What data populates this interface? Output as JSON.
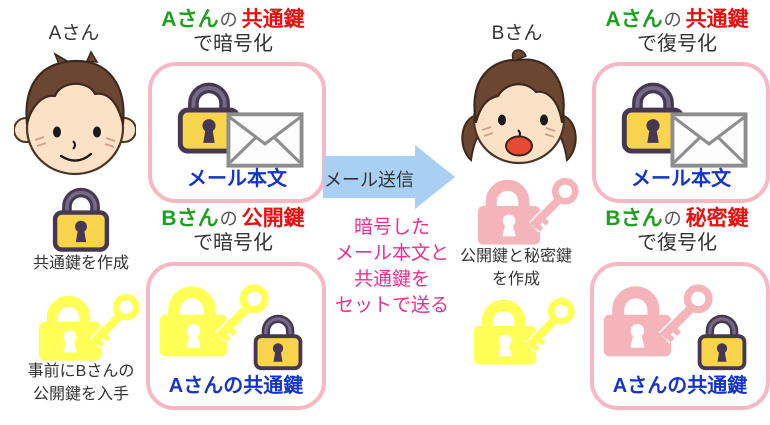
{
  "colors": {
    "accent_green": "#1f9f1f",
    "accent_red": "#e81010",
    "accent_blue": "#1434cc",
    "accent_magenta": "#ee2d8e",
    "box_border_pink": "#f9b7c3",
    "lock_body_yellow": "#f8d44c",
    "lock_outline_purple": "#463852",
    "key_silhouette_yellow": "#ffff55",
    "key_silhouette_pink": "#f5b3ba",
    "arrow_blue": "#a9d0f2"
  },
  "left": {
    "person": "Aさん",
    "step_encrypt_mail": {
      "name": "Aさん",
      "particle": "の",
      "key": "共通鍵",
      "action": "で暗号化"
    },
    "mail_box_label": "メール本文",
    "create_key_caption": "共通鍵を作成",
    "obtain_key_caption": [
      "事前にBさんの",
      "公開鍵を入手"
    ],
    "step_encrypt_key": {
      "name": "Bさん",
      "particle": "の",
      "key": "公開鍵",
      "action": "で暗号化"
    },
    "key_box_label": "Aさんの共通鍵"
  },
  "center": {
    "arrow_label": "メール送信",
    "note_lines": [
      "暗号した",
      "メール本文と",
      "共通鍵を",
      "セットで送る"
    ]
  },
  "right": {
    "person": "Bさん",
    "step_decrypt_mail": {
      "name": "Aさん",
      "particle": "の",
      "key": "共通鍵",
      "action": "で復号化"
    },
    "mail_box_label": "メール本文",
    "create_keypair_caption": [
      "公開鍵と秘密鍵",
      "を作成"
    ],
    "step_decrypt_key": {
      "name": "Bさん",
      "particle": "の",
      "key": "秘密鍵",
      "action": "で復号化"
    },
    "key_box_label": "Aさんの共通鍵"
  }
}
